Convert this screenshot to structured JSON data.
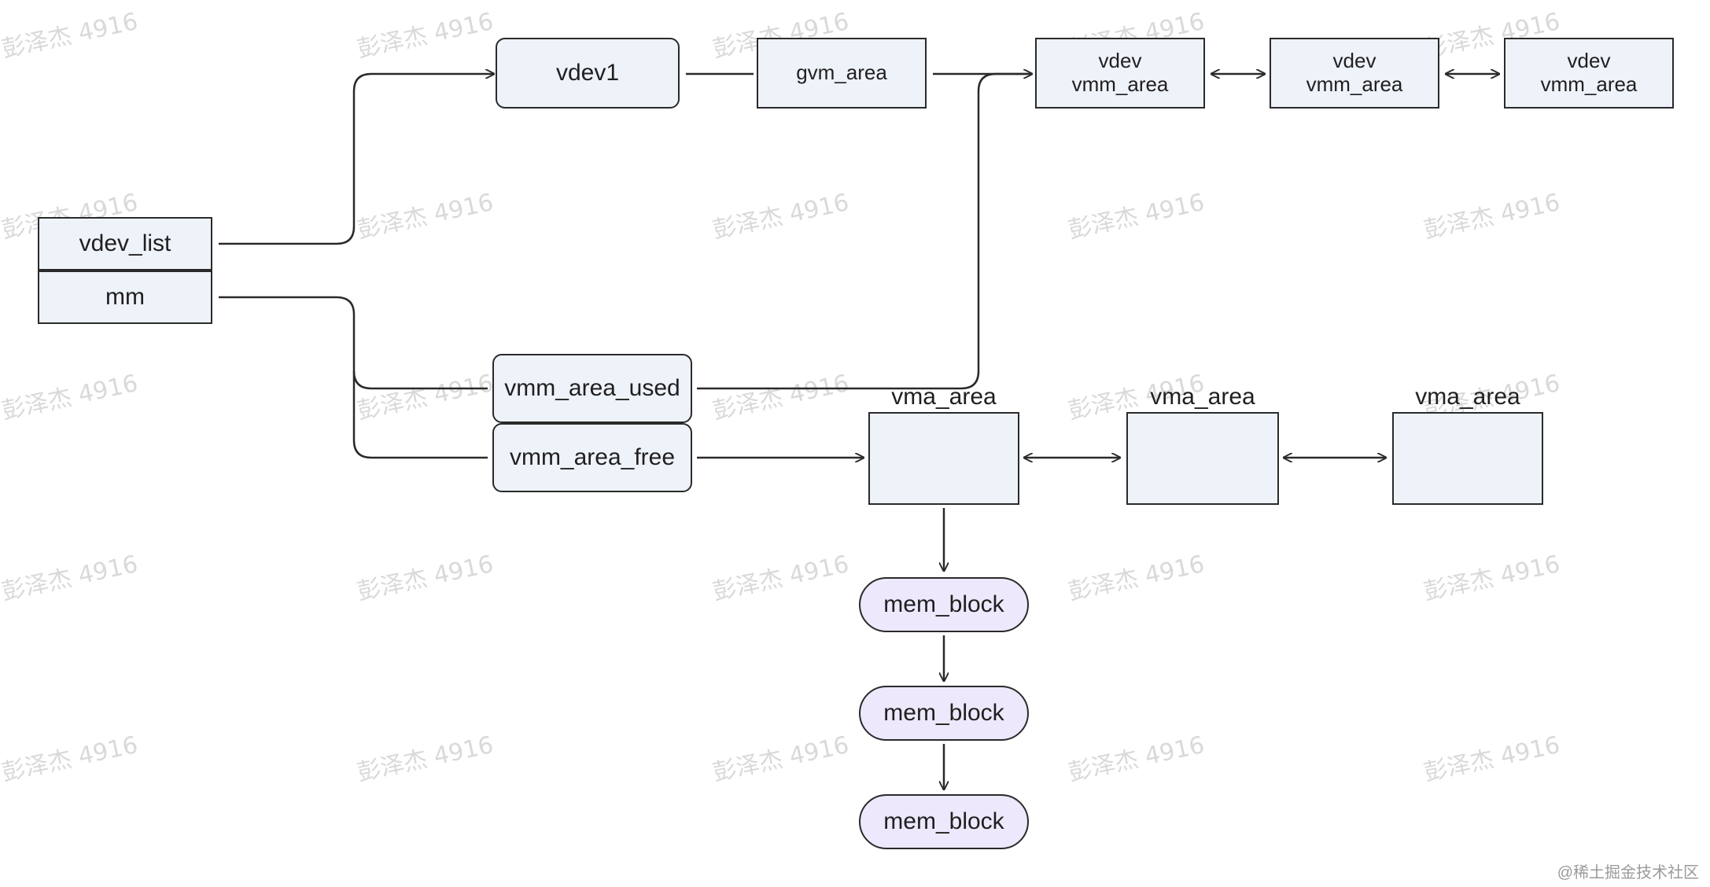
{
  "nodes": {
    "vdev_list": "vdev_list",
    "mm": "mm",
    "vdev1": "vdev1",
    "gvm_area": "gvm_area",
    "vdev_vmm_area_1": "vdev\nvmm_area",
    "vdev_vmm_area_2": "vdev\nvmm_area",
    "vdev_vmm_area_3": "vdev\nvmm_area",
    "vmm_area_used": "vmm_area_used",
    "vmm_area_free": "vmm_area_free",
    "vma_area_1_label": "vma_area",
    "vma_area_2_label": "vma_area",
    "vma_area_3_label": "vma_area",
    "mem_block_1": "mem_block",
    "mem_block_2": "mem_block",
    "mem_block_3": "mem_block"
  },
  "colors": {
    "box_fill": "#eef2f9",
    "pill_fill": "#ede8fb",
    "stroke": "#2a2a2a"
  },
  "watermark": "彭泽杰 4916",
  "footer": "@稀土掘金技术社区"
}
